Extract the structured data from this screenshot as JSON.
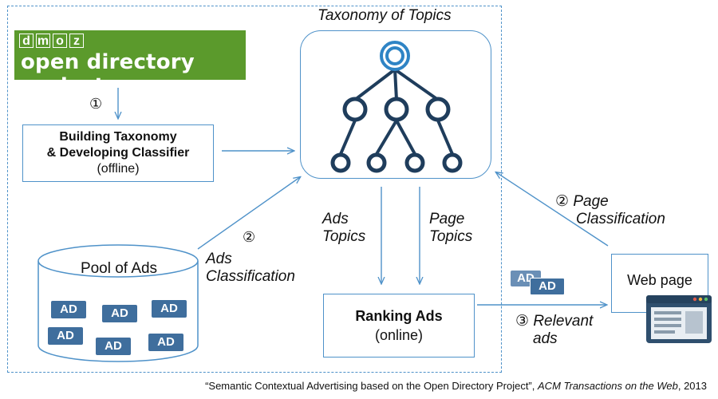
{
  "dmoz": {
    "letters": [
      "d",
      "m",
      "o",
      "z"
    ],
    "title": "open directory project"
  },
  "step1": {
    "marker": "①"
  },
  "building_box": {
    "line1": "Building Taxonomy",
    "line2": "& Developing Classifier",
    "line3": "(offline)"
  },
  "taxonomy": {
    "title": "Taxonomy of Topics"
  },
  "pool": {
    "title": "Pool of Ads",
    "ad_label": "AD"
  },
  "ads_classification": {
    "marker": "②",
    "line1": "Ads",
    "line2": "Classification"
  },
  "ads_topics": {
    "line1": "Ads",
    "line2": "Topics"
  },
  "page_topics": {
    "line1": "Page",
    "line2": "Topics"
  },
  "ranking": {
    "title": "Ranking Ads",
    "subtitle": "(online)"
  },
  "page_classification": {
    "marker": "②",
    "line1": "Page",
    "line2": "Classification"
  },
  "webpage": {
    "title": "Web page"
  },
  "relevant_ads": {
    "marker": "③",
    "line1": "Relevant",
    "line2": "ads"
  },
  "caption": {
    "main": "“Semantic Contextual Advertising based on the Open Directory Project”,",
    "venue": "ACM Transactions on the Web",
    "year": ", 2013"
  },
  "colors": {
    "accent_blue": "#4f92c9",
    "node_dark": "#1f3d5c",
    "node_ring": "#2f84c5",
    "dmoz_green": "#5b9a2c",
    "ad_chip": "#3f6e9d"
  }
}
